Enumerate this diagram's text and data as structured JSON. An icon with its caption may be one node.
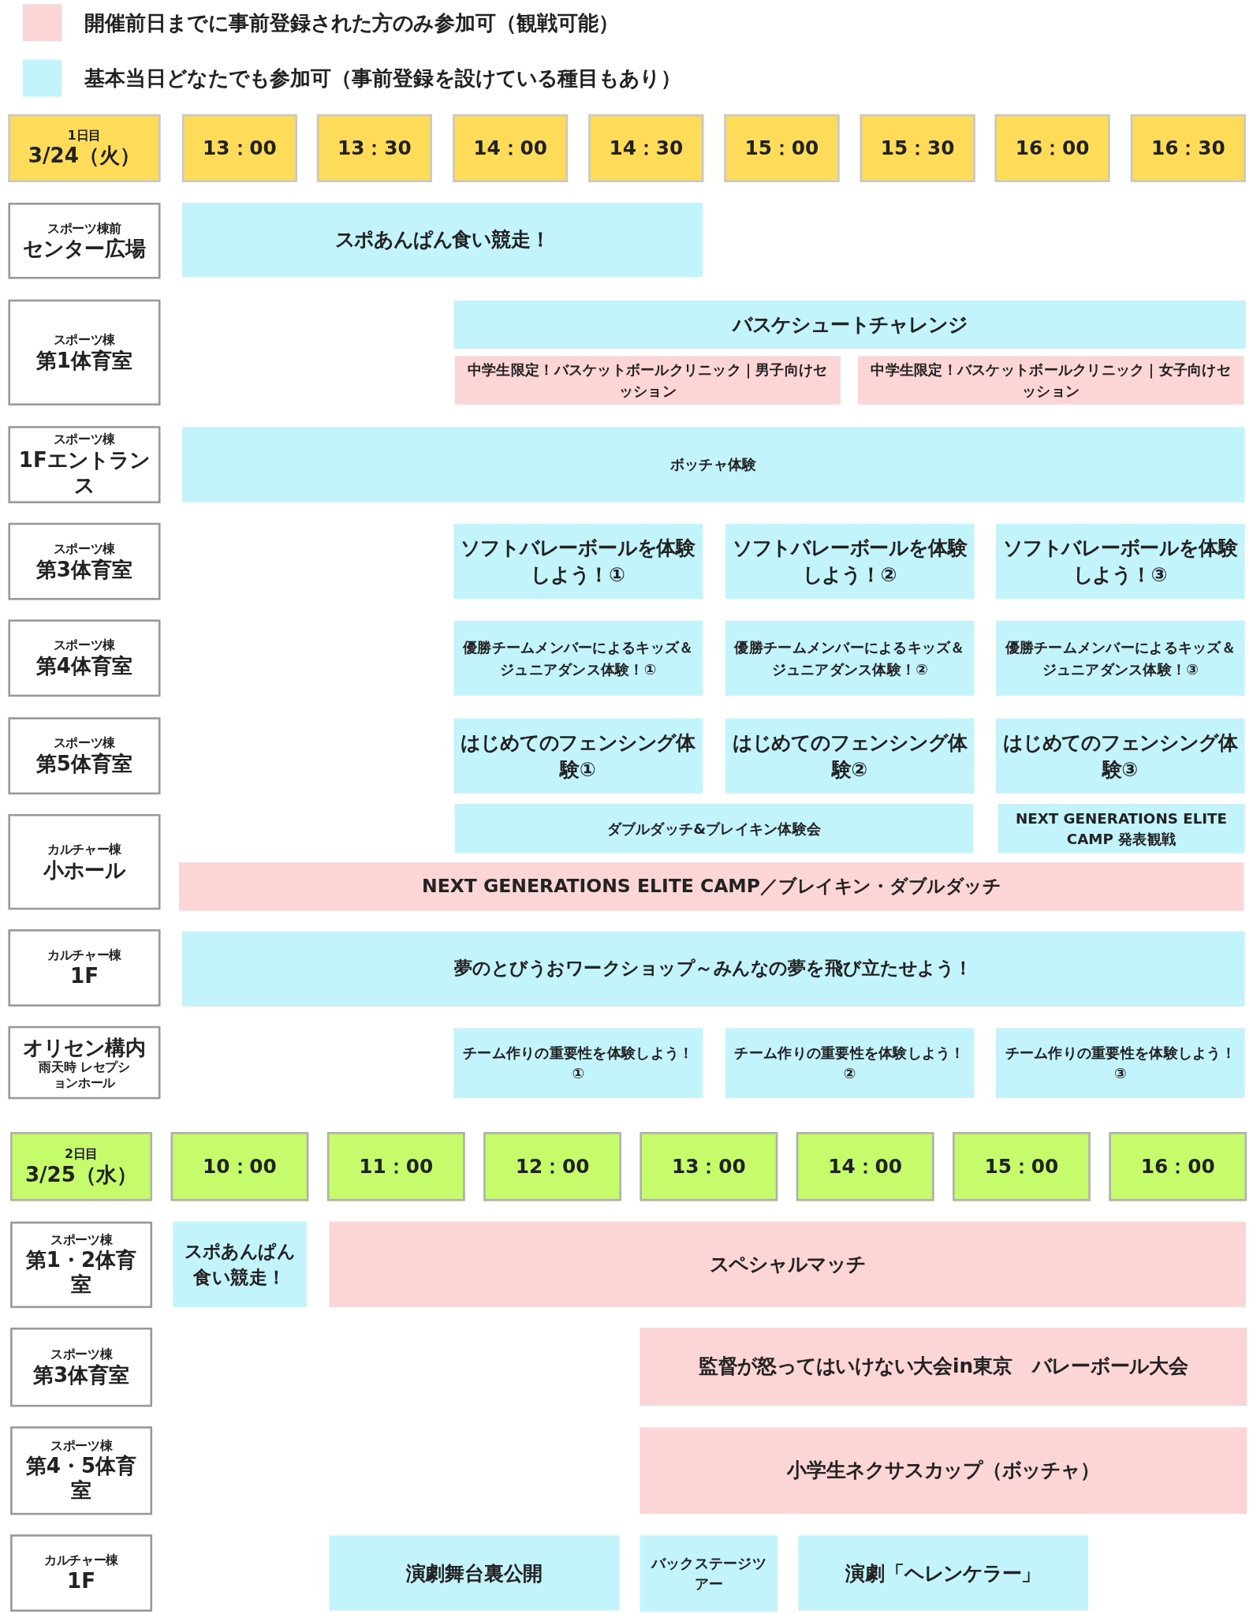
{
  "diagram": {
    "nodes": [
      {
        "text": [
          "1日目",
          "3/24（火）"
        ]
      },
      {
        "text": [
          "13：00"
        ]
      },
      {
        "text": [
          "13：30"
        ]
      },
      {
        "text": [
          "14：00"
        ]
      },
      {
        "text": [
          "14：30"
        ]
      },
      {
        "text": [
          "15：00"
        ]
      },
      {
        "text": [
          "15：30"
        ]
      },
      {
        "text": [
          "16：00"
        ]
      },
      {
        "text": [
          "16：30"
        ]
      },
      {
        "text": [
          "スポーツ棟前",
          "センター広場"
        ]
      },
      {
        "text": [
          "スポあんぱん食い競走！"
        ]
      },
      {
        "text": [
          "スポーツ棟",
          "第1体育室"
        ]
      },
      {
        "text": [
          "バスケシュートチャレンジ"
        ]
      },
      {
        "text": [
          "中学生限定！バスケットボールクリニック｜男子向けセッション"
        ]
      },
      {
        "text": [
          "中学生限定！バスケットボールクリニック｜女子向けセッション"
        ]
      },
      {
        "text": [
          "スポーツ棟",
          "1Fエントランス"
        ]
      },
      {
        "text": [
          "ボッチャ体験"
        ]
      },
      {
        "text": [
          "スポーツ棟",
          "第3体育室"
        ]
      },
      {
        "text": [
          "ソフトバレーボールを体験しよう！①"
        ]
      },
      {
        "text": [
          "ソフトバレーボールを体験しよう！②"
        ]
      },
      {
        "text": [
          "ソフトバレーボールを体験しよう！③"
        ]
      },
      {
        "text": [
          "スポーツ棟",
          "第4体育室"
        ]
      },
      {
        "text": [
          "優勝チームメンバーによるキッズ＆ジュニアダンス体験！①"
        ]
      },
      {
        "text": [
          "優勝チームメンバーによるキッズ＆ジュニアダンス体験！②"
        ]
      },
      {
        "text": [
          "優勝チームメンバーによるキッズ＆ジュニアダンス体験！③"
        ]
      },
      {
        "text": [
          "スポーツ棟",
          "第5体育室"
        ]
      },
      {
        "text": [
          "はじめてのフェンシング体験①"
        ]
      },
      {
        "text": [
          "はじめてのフェンシング体験②"
        ]
      },
      {
        "text": [
          "はじめてのフェンシング体験③"
        ]
      },
      {
        "text": [
          "カルチャー棟",
          "小ホール"
        ]
      },
      {
        "text": [
          "ダブルダッチ&ブレイキン体験会"
        ]
      },
      {
        "text": [
          "NEXT GENERATIONS ELITE CAMP 発表観戦"
        ]
      },
      {
        "text": [
          "NEXT GENERATIONS ELITE CAMP／ブレイキン・ダブルダッチ"
        ]
      },
      {
        "text": [
          "カルチャー棟",
          "1F"
        ]
      },
      {
        "text": [
          "夢のとびうおワークショップ～みんなの夢を飛び立たせよう！"
        ]
      },
      {
        "text": [
          "オリセン構内",
          "雨天時 レセプションホール"
        ]
      },
      {
        "text": [
          "チーム作りの重要性を体験しよう！①"
        ]
      },
      {
        "text": [
          "チーム作りの重要性を体験しよう！②"
        ]
      },
      {
        "text": [
          "チーム作りの重要性を体験しよう！③"
        ]
      },
      {
        "text": [
          "2日目",
          "3/25（水）"
        ]
      },
      {
        "text": [
          "10：00"
        ]
      },
      {
        "text": [
          "11：00"
        ]
      },
      {
        "text": [
          "12：00"
        ]
      },
      {
        "text": [
          "13：00"
        ]
      },
      {
        "text": [
          "14：00"
        ]
      },
      {
        "text": [
          "15：00"
        ]
      },
      {
        "text": [
          "16：00"
        ]
      },
      {
        "text": [
          "スポーツ棟",
          "第1・2体育室"
        ]
      },
      {
        "text": [
          "スポあんぱん食い競走！"
        ]
      },
      {
        "text": [
          "スペシャルマッチ"
        ]
      },
      {
        "text": [
          "スポーツ棟",
          "第3体育室"
        ]
      },
      {
        "text": [
          "監督が怒ってはいけない大会in東京　バレーボール大会"
        ]
      },
      {
        "text": [
          "スポーツ棟",
          "第4・5体育室"
        ]
      },
      {
        "text": [
          "小学生ネクサスカップ（ボッチャ）"
        ]
      },
      {
        "text": [
          "カルチャー棟",
          "1F"
        ]
      },
      {
        "text": [
          "演劇舞台裏公開"
        ]
      },
      {
        "text": [
          "バックステージツアー"
        ]
      },
      {
        "text": [
          "演劇「ヘレンケラー」"
        ]
      }
    ],
    "edges": [],
    "legend": [
      {
        "text": "開催前日までに事前登録された方のみ参加可（観戦可能）",
        "color": "#fcd5d6"
      },
      {
        "text": "基本当日どなたでも参加可（事前登録を設けている種目もあり）",
        "color": "#c3f3fb"
      }
    ]
  }
}
